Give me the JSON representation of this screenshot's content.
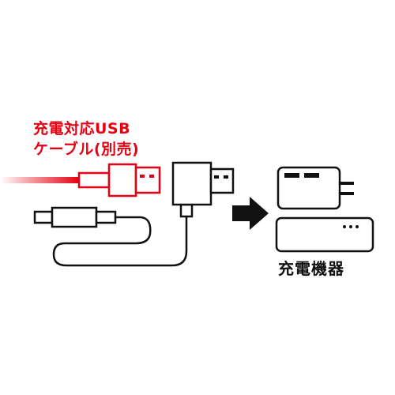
{
  "labels": {
    "cable_line1": "充電対応USB",
    "cable_line2": "ケーブル(別売)",
    "device": "充電機器"
  },
  "icons": [
    "usb-cable-icon",
    "usb-adapter-icon",
    "arrow-right-icon",
    "ac-charger-icon",
    "power-bank-icon"
  ],
  "colors": {
    "accent": "#e60012",
    "line": "#111111"
  }
}
